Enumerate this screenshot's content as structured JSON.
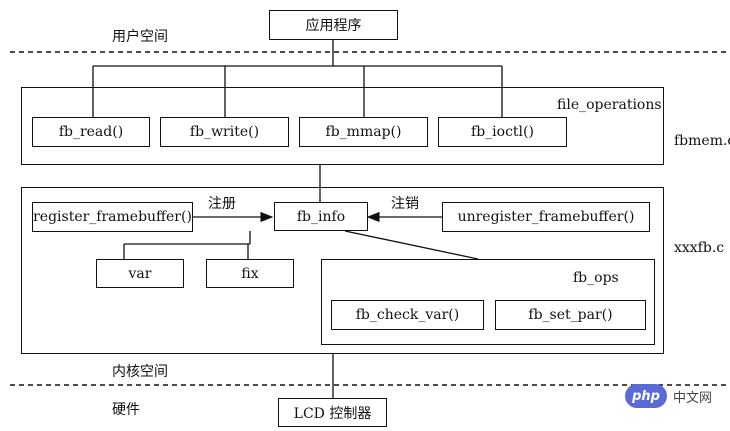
{
  "regions": {
    "user_space": "用户空间",
    "kernel_space": "内核空间",
    "hardware": "硬件"
  },
  "application": "应用程序",
  "file_operations": {
    "title": "file_operations",
    "file": "fbmem.c",
    "functions": [
      "fb_read()",
      "fb_write()",
      "fb_mmap()",
      "fb_ioctl()"
    ]
  },
  "driver": {
    "file": "xxxfb.c",
    "register": "register_framebuffer()",
    "register_label": "注册",
    "fb_info": "fb_info",
    "unregister_label": "注销",
    "unregister": "unregister_framebuffer()",
    "var": "var",
    "fix": "fix",
    "fb_ops": {
      "title": "fb_ops",
      "functions": [
        "fb_check_var()",
        "fb_set_par()"
      ]
    }
  },
  "lcd": "LCD 控制器",
  "watermark": {
    "badge": "php",
    "text": "中文网"
  }
}
